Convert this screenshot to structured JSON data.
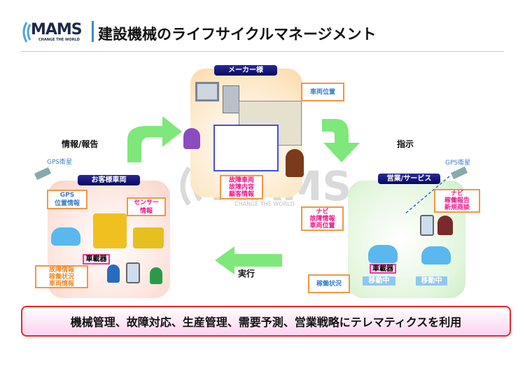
{
  "header": {
    "logo_text": "MAMS",
    "logo_tagline": "CHANGE THE WORLD",
    "title": "建設機械のライフサイクルマネージメント"
  },
  "maker": {
    "label": "メーカー様",
    "callout_position": "車両位置",
    "callout_fault": [
      "故障車両",
      "故障内容",
      "顧客情報"
    ]
  },
  "flow": {
    "report_label": "情報/報告",
    "instruction_label": "指示",
    "execute_label": "実行"
  },
  "customer": {
    "label": "お客様車両",
    "gps_satellite": "GPS衛星",
    "callout_gps": [
      "GPS",
      "位置情報"
    ],
    "callout_sensor": [
      "センサー",
      "情報"
    ],
    "onboard": "車載器",
    "callout_info": [
      "故障情報",
      "稼働状況",
      "車両情報"
    ]
  },
  "sales": {
    "label": "営業/サービス",
    "gps_satellite": "GPS衛星",
    "callout_navi_left": [
      "ナビ",
      "故障情報",
      "車両位置"
    ],
    "callout_navi_right": [
      "ナビ",
      "稼働報告",
      "新規商談"
    ],
    "onboard": "車載器",
    "moving": "移動中",
    "callout_status": "稼働状況"
  },
  "banner": "機械管理、故障対応、生産管理、需要予測、営業戦略にテレマティクスを利用",
  "colors": {
    "accent_red": "#e8262a",
    "arrow_green": "#7ee87a",
    "navy": "#08085e",
    "callout_orange": "#f29746",
    "magenta": "#ec1c8c"
  }
}
